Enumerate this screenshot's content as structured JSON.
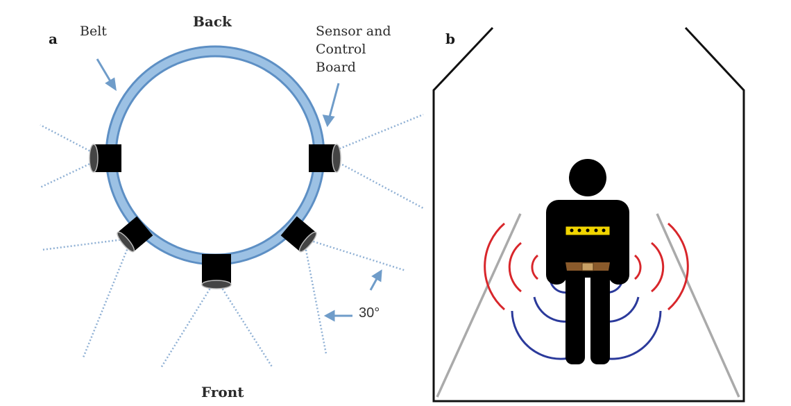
{
  "panel_a": {
    "letter": "a",
    "labels": {
      "belt": "Belt",
      "back": "Back",
      "sensor_line1": "Sensor and",
      "sensor_line2": "Control",
      "sensor_line3": "Board",
      "front": "Front",
      "angle": "30°"
    },
    "colors": {
      "belt": "#8fb8df",
      "belt_edge": "#5d8fc4",
      "sensor": "#000000",
      "beam": "#8fb0d4",
      "arrow": "#6f9cc9"
    }
  },
  "panel_b": {
    "letter": "b",
    "colors": {
      "room": "#111111",
      "walls": "#aaaaaa",
      "person": "#000000",
      "belt": "#f0d400",
      "buckle": "#8a5a2b",
      "upper_waves": "#d8262b",
      "lower_waves": "#2b3a9b"
    }
  }
}
